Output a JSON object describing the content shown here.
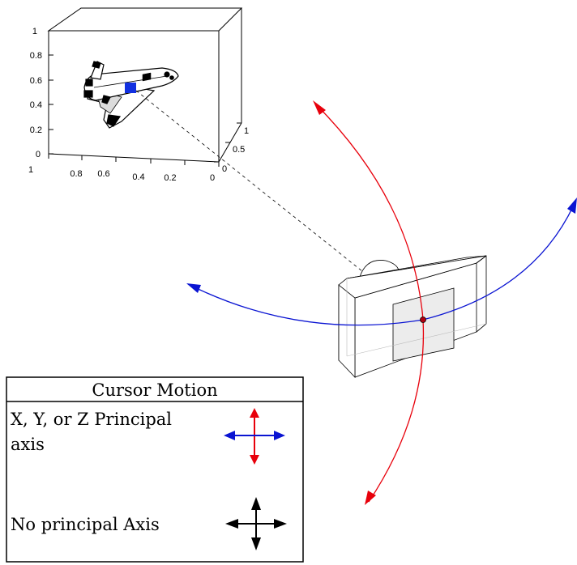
{
  "axes": {
    "vertical_ticks": [
      "1",
      "0.8",
      "0.6",
      "0.4",
      "0.2",
      "0"
    ],
    "front_ticks": [
      "1",
      "0.8",
      "0.6",
      "0.4",
      "0.2",
      "0"
    ],
    "depth_ticks": [
      "1",
      "0.5",
      "0"
    ]
  },
  "legend": {
    "title": "Cursor Motion",
    "rows": [
      {
        "label_line1": "X, Y, or Z Principal",
        "label_line2": "axis",
        "icon": "colored-cross-arrows-icon"
      },
      {
        "label_line1": "No principal Axis",
        "label_line2": "",
        "icon": "black-cross-arrows-icon"
      }
    ]
  },
  "colors": {
    "vertical_arc": "#e8000b",
    "horizontal_arc": "#0a14d2",
    "marker": "#1230e0",
    "camera_screen": "#ececec",
    "outline": "#000000"
  }
}
